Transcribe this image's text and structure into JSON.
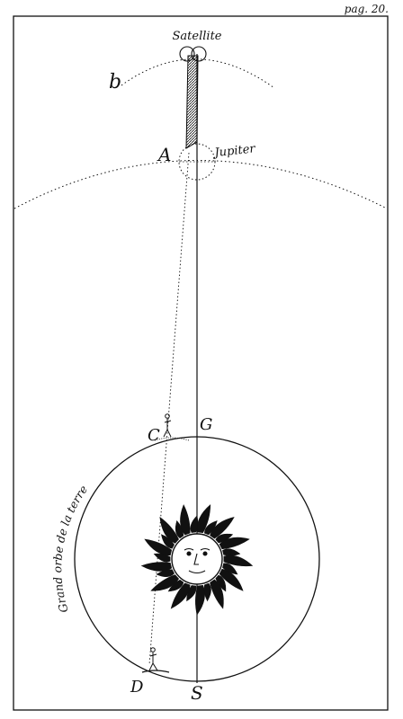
{
  "page_number": "pag. 20.",
  "labels": {
    "satellite": "Satellite",
    "point_b": "b",
    "point_a": "A",
    "jupiter": "Jupiter",
    "point_c": "C",
    "point_g": "G",
    "point_d": "D",
    "point_s": "S",
    "earth_orbit": "Grand orbe de la terre"
  },
  "colors": {
    "ink": "#111111",
    "paper": "#ffffff"
  }
}
